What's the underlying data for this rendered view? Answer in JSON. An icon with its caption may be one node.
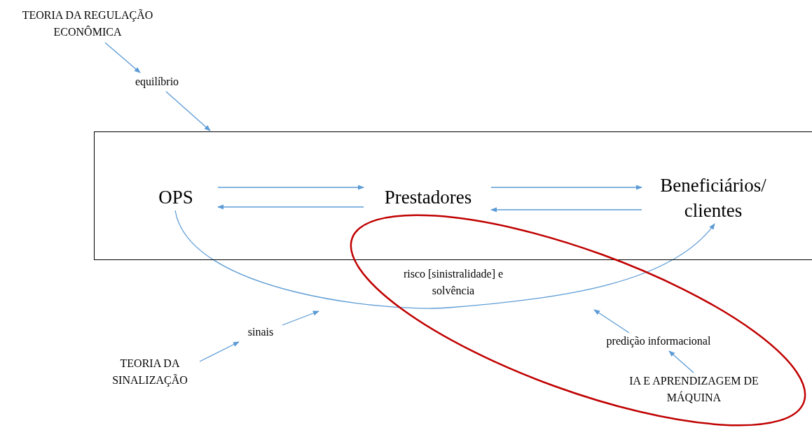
{
  "diagram": {
    "nodes": [
      {
        "text": [
          "TEORIA DA REGULAÇÃO ECONÔMICA"
        ]
      },
      {
        "text": [
          "equilíbrio"
        ]
      },
      {
        "text": [],
        "shape": "box"
      },
      {
        "text": [
          "OPS"
        ],
        "in": 2
      },
      {
        "text": [
          "Prestadores"
        ],
        "in": 2
      },
      {
        "text": [
          "Beneficiários/ clientes"
        ],
        "in": 2
      },
      {
        "text": [],
        "shape": "ellipse"
      },
      {
        "text": [
          "risco [sinistralidade] e solvência"
        ],
        "in": 6
      },
      {
        "text": [
          "sinais"
        ]
      },
      {
        "text": [
          "TEORIA DA SINALIZAÇÃO"
        ]
      },
      {
        "text": [
          "predição informacional"
        ],
        "in": 6
      },
      {
        "text": [
          "IA E APRENDIZAGEM DE MÁQUINA"
        ],
        "in": 6
      }
    ],
    "edges": [
      {
        "from": 0,
        "to": 1,
        "arrow": "to"
      },
      {
        "from": 1,
        "to": 2,
        "arrow": "to"
      },
      {
        "from": 3,
        "to": 4,
        "arrow": "to"
      },
      {
        "from": 4,
        "to": 3,
        "arrow": "to"
      },
      {
        "from": 4,
        "to": 5,
        "arrow": "to"
      },
      {
        "from": 5,
        "to": 4,
        "arrow": "to"
      },
      {
        "from": 3,
        "to": 5,
        "arrow": "to"
      },
      {
        "from": 9,
        "to": 8,
        "arrow": "to"
      },
      {
        "from": 8,
        "to": null,
        "arrow": "to"
      },
      {
        "from": 11,
        "to": 10,
        "arrow": "to"
      },
      {
        "from": 10,
        "to": null,
        "arrow": "to"
      }
    ]
  }
}
